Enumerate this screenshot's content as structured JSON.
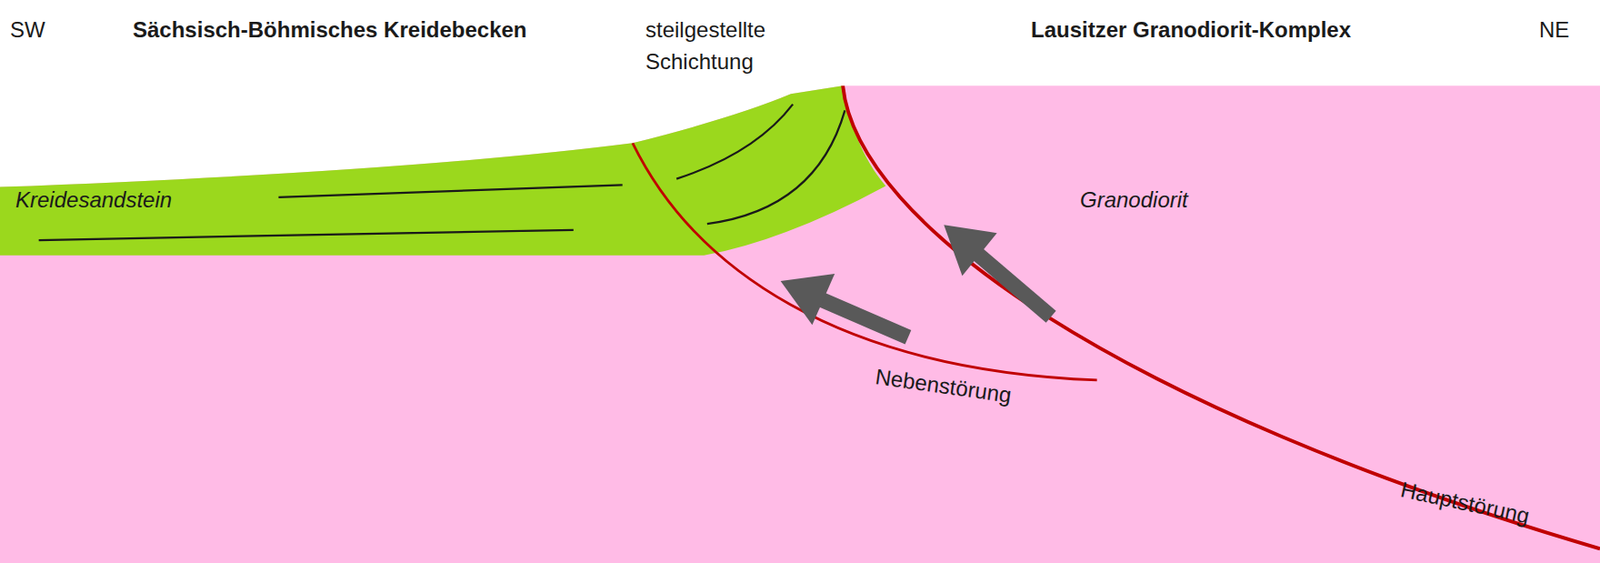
{
  "diagram": {
    "labels": [
      "SW",
      "Sächsisch-Böhmisches Kreidebecken",
      "steilgestellte Schichtung",
      "Lausitzer Granodiorit-Komplex",
      "NE",
      "Kreidesandstein",
      "Granodiorit",
      "Nebenstörung",
      "Hauptstörung"
    ]
  }
}
